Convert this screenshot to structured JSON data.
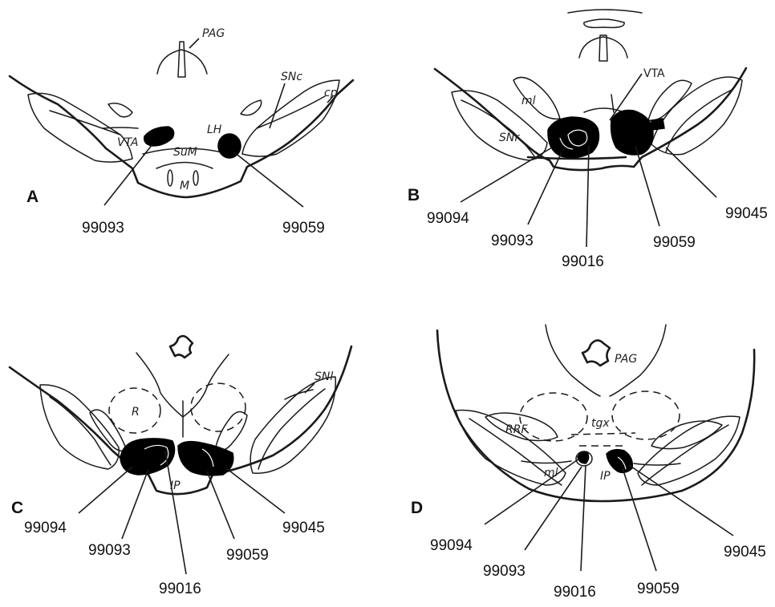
{
  "panels": {
    "A": {
      "letter": "A",
      "regions": {
        "pag": "PAG",
        "snc": "SNc",
        "cp": "cp",
        "vta": "VTA",
        "lh": "LH",
        "sum": "SuM",
        "m": "M"
      },
      "lesions": [
        "99093",
        "99059"
      ]
    },
    "B": {
      "letter": "B",
      "regions": {
        "vta": "VTA",
        "ml": "ml",
        "snr": "SNr"
      },
      "lesions": [
        "99094",
        "99093",
        "99016",
        "99059",
        "99045"
      ]
    },
    "C": {
      "letter": "C",
      "regions": {
        "snl": "SNl",
        "r": "R",
        "ip": "IP"
      },
      "lesions": [
        "99094",
        "99093",
        "99016",
        "99059",
        "99045"
      ]
    },
    "D": {
      "letter": "D",
      "regions": {
        "pag": "PAG",
        "rrf": "RRF",
        "tgx": "tgx",
        "ml": "ml",
        "ip": "IP"
      },
      "lesions": [
        "99094",
        "99093",
        "99016",
        "99059",
        "99045"
      ]
    }
  }
}
